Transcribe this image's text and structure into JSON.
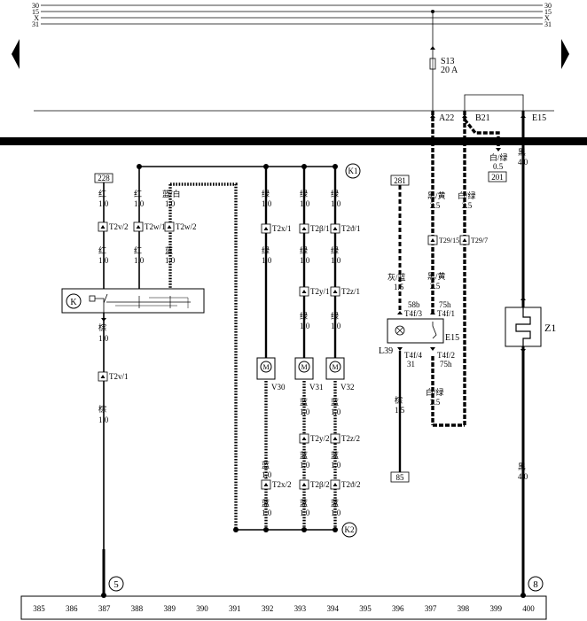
{
  "rails": [
    {
      "id": "30",
      "left": "30",
      "right": "30"
    },
    {
      "id": "15",
      "left": "15",
      "right": "15"
    },
    {
      "id": "X",
      "left": "X",
      "right": "X"
    },
    {
      "id": "31",
      "left": "31",
      "right": "31"
    }
  ],
  "fuse": {
    "name": "S13",
    "rating": "20 A"
  },
  "bus_points": {
    "a22": "A22",
    "b21": "B21",
    "e15": "E15"
  },
  "circles": {
    "k1": "K1",
    "k2": "K2",
    "n5": "5",
    "n8": "8"
  },
  "components": {
    "k": "K",
    "v30": "V30",
    "v31": "V31",
    "v32": "V32",
    "m": "M",
    "e15": "E15",
    "l39": "L39",
    "z1": "Z1"
  },
  "boxes": {
    "b228": "228",
    "b281": "281",
    "b201": "201",
    "b85": "85"
  },
  "connectors": {
    "t2v2": "T2v/2",
    "t2w1": "T2w/1",
    "t2w2": "T2w/2",
    "t2v1": "T2v/1",
    "t2x1": "T2x/1",
    "t2b1": "T2β/1",
    "t2o1": "T2ϑ/1",
    "t2y1": "T2y/1",
    "t2z1": "T2z/1",
    "t2y2": "T2y/2",
    "t2z2": "T2z/2",
    "t2x2": "T2x/2",
    "t2b2": "T2β/2",
    "t2o2": "T2ϑ/2",
    "t2915": "T29/15",
    "t297": "T29/7",
    "t4f3": "T4f/3",
    "t4f1": "T4f/1",
    "t4f4": "T4f/4",
    "t4f2": "T4f/2",
    "p58b": "58b",
    "p75h_a": "75h",
    "p31": "31",
    "p75h_b": "75h"
  },
  "wires": {
    "red": "红",
    "blue_white": "蓝/白",
    "blue": "蓝",
    "green": "绿",
    "brown": "棕",
    "black_yellow": "黑/黄",
    "white_green": "白/绿",
    "grey_blue": "灰/蓝",
    "black": "黑",
    "s10": "1.0",
    "s15": "1.5",
    "s25": "2.5",
    "s05": "0.5",
    "s40": "4.0"
  },
  "bottom_numbers": [
    "385",
    "386",
    "387",
    "388",
    "389",
    "390",
    "391",
    "392",
    "393",
    "394",
    "395",
    "396",
    "397",
    "398",
    "399",
    "400"
  ]
}
